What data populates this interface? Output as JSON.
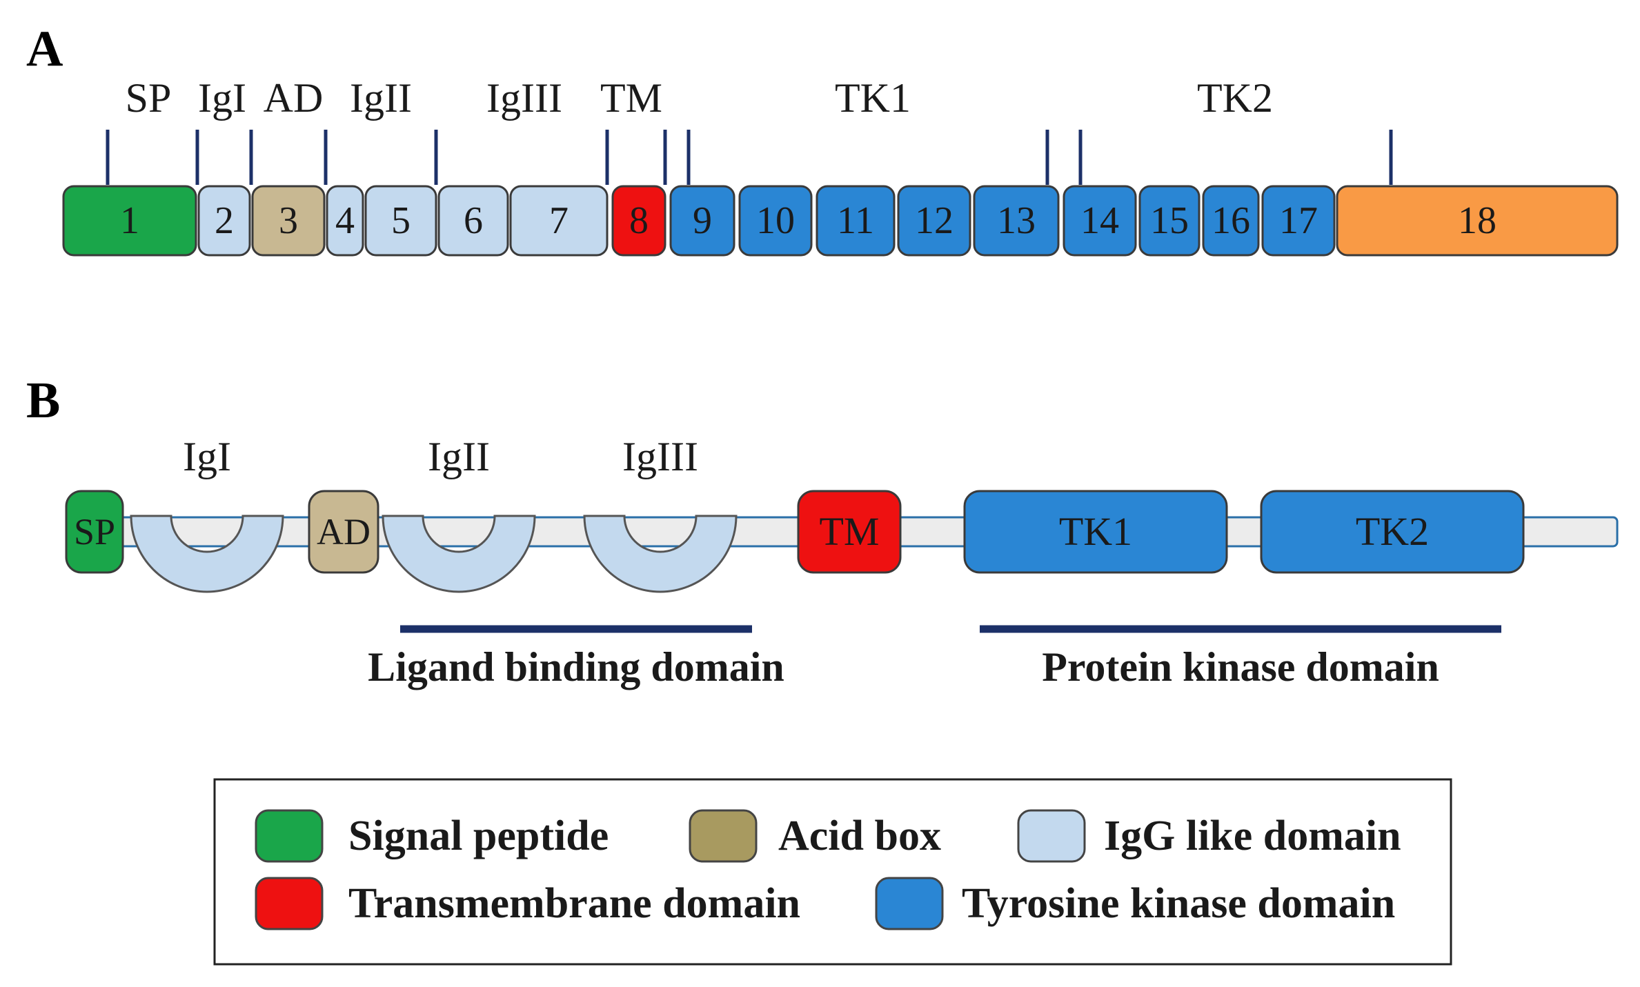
{
  "panel_a": {
    "label": "A",
    "domain_labels": [
      "SP",
      "IgI",
      "AD",
      "IgII",
      "IgIII",
      "TM",
      "TK1",
      "TK2"
    ],
    "exons": [
      {
        "label": "1",
        "type": "signal"
      },
      {
        "label": "2",
        "type": "igg"
      },
      {
        "label": "3",
        "type": "acid"
      },
      {
        "label": "4",
        "type": "igg"
      },
      {
        "label": "5",
        "type": "igg"
      },
      {
        "label": "6",
        "type": "igg"
      },
      {
        "label": "7",
        "type": "igg"
      },
      {
        "label": "8",
        "type": "tm"
      },
      {
        "label": "9",
        "type": "tk"
      },
      {
        "label": "10",
        "type": "tk"
      },
      {
        "label": "11",
        "type": "tk"
      },
      {
        "label": "12",
        "type": "tk"
      },
      {
        "label": "13",
        "type": "tk"
      },
      {
        "label": "14",
        "type": "tk"
      },
      {
        "label": "15",
        "type": "tk"
      },
      {
        "label": "16",
        "type": "tk"
      },
      {
        "label": "17",
        "type": "tk"
      },
      {
        "label": "18",
        "type": "other"
      }
    ]
  },
  "panel_b": {
    "label": "B",
    "box_labels": {
      "sp": "SP",
      "ad": "AD",
      "tm": "TM",
      "tk1": "TK1",
      "tk2": "TK2"
    },
    "ig_labels": [
      "IgI",
      "IgII",
      "IgIII"
    ],
    "domain_bars": [
      "Ligand binding domain",
      "Protein kinase domain"
    ]
  },
  "legend": [
    {
      "label": "Signal peptide",
      "type": "signal"
    },
    {
      "label": "Acid box",
      "type": "acid"
    },
    {
      "label": "IgG like domain",
      "type": "igg"
    },
    {
      "label": "Transmembrane domain",
      "type": "tm"
    },
    {
      "label": "Tyrosine kinase domain",
      "type": "tk"
    }
  ],
  "colors": {
    "signal": "#1aa64a",
    "igg": "#c3d9ee",
    "acid": "#c8b892",
    "acid_legend": "#a89a60",
    "tm": "#ee1111",
    "tk": "#2a86d4",
    "other": "#f99a45",
    "tick": "#1c3068",
    "backbone": "#ececec"
  }
}
